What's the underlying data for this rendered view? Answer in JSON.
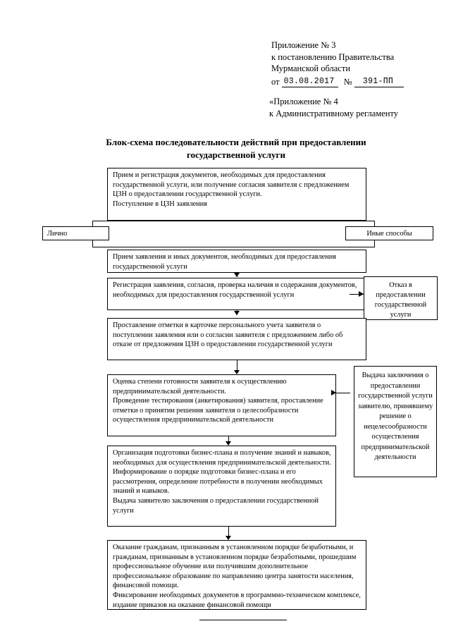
{
  "header": {
    "line1": "Приложение № 3",
    "line2": "к постановлению Правительства",
    "line3": "Мурманской области",
    "date_label": "от",
    "date_value": "03.08.2017",
    "number_label": "№",
    "number_value": "391-ПП",
    "appendix_line1": "«Приложение № 4",
    "appendix_line2": "к Административному регламенту"
  },
  "title": {
    "line1": "Блок-схема последовательности действий при предоставлении",
    "line2": "государственной услуги"
  },
  "flow": {
    "box1": "Прием и регистрация документов, необходимых для предоставления государственной услуги, или получение согласия заявителя с предложением ЦЗН о предоставлении государственной услуги.\nПоступление в ЦЗН заявления",
    "branch_left": "Лично",
    "branch_right": "Иные способы",
    "box2": "Прием заявления и иных документов, необходимых для предоставления государственной услуги",
    "box3": "Регистрация заявления, согласия, проверка наличия и содержания документов, необходимых для предоставления государственной услуги",
    "side_refusal": "Отказ в предоставлении государственной услуги",
    "box4": "Проставление отметки в карточке персонального учета заявителя о поступлении заявления или о согласии заявителя с предложением либо об отказе от предложения ЦЗН о предоставлении государственной услуги",
    "box5": "Оценка степени готовности заявителя к осуществлению предпринимательской деятельности.\nПроведение тестирования (анкетирования) заявителя, проставление отметки о принятии решения заявителя о целесообразности осуществления предпринимательской деятельности",
    "side_conclusion": "Выдача заключения о предоставлении государственной услуги заявителю, принявшему решение о нецелесообразности осуществления предпринимательской деятельности",
    "box6": "Организация подготовки бизнес-плана и получение знаний и навыков, необходимых для осуществления предпринимательской деятельности.\nИнформирование о порядке подготовки бизнес-плана и его рассмотрения, определение потребности в получении необходимых знаний и навыков.\nВыдача заявителю заключения о предоставлении государственной услуги",
    "box7": "Оказание гражданам, признанным в установленном порядке безработными, и гражданам, признанным в установленном порядке безработными, прошедшим профессиональное обучение или получившим дополнительное профессиональное образование по направлению центра занятости населения, финансовой помощи.\nФиксирование необходимых документов в программно-техническом комплексе, издание приказов на оказание финансовой помощи"
  }
}
